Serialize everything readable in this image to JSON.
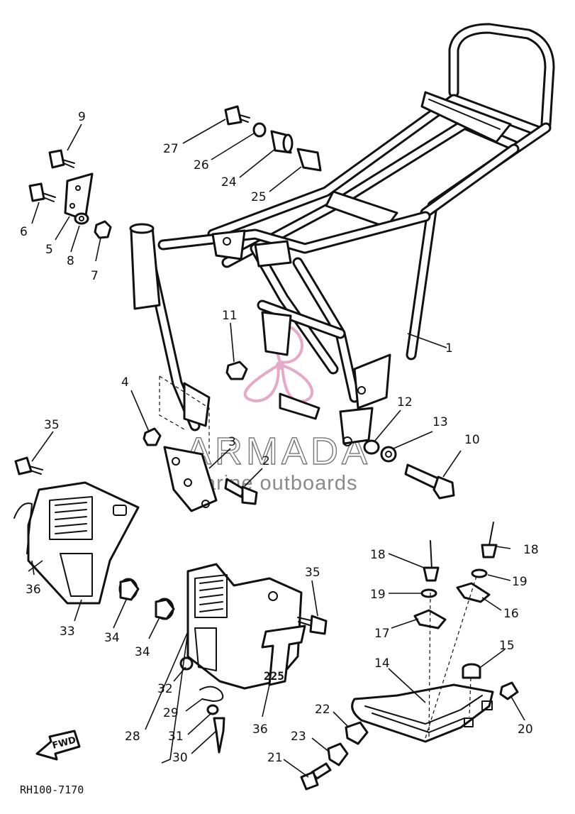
{
  "diagram_code": "RH100-7170",
  "watermark": {
    "brand": "ARMADA",
    "tagline": "arine outboards"
  },
  "fwd_label": "FWD",
  "emblem_text": "225",
  "callouts": [
    "1",
    "2",
    "3",
    "4",
    "5",
    "6",
    "7",
    "8",
    "9",
    "10",
    "11",
    "12",
    "13",
    "14",
    "15",
    "16",
    "17",
    "18",
    "18",
    "19",
    "19",
    "20",
    "21",
    "22",
    "23",
    "24",
    "25",
    "26",
    "27",
    "28",
    "29",
    "30",
    "31",
    "32",
    "33",
    "34",
    "34",
    "35",
    "35",
    "36",
    "36"
  ]
}
